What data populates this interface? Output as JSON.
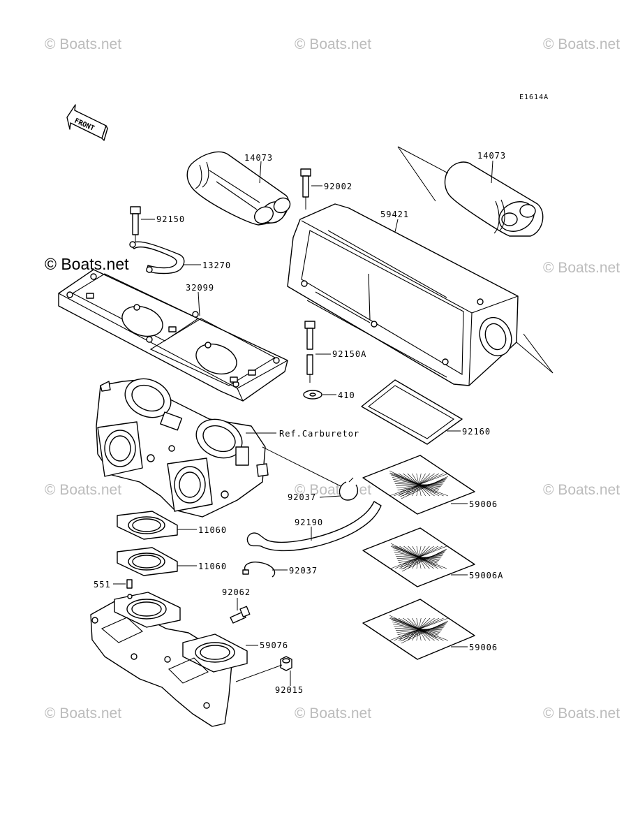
{
  "diagram": {
    "code": "E1614A",
    "front_label": "FRONT",
    "watermark": "© Boats.net",
    "watermark_overlay": "© Boats.net",
    "reference": "Ref.Carburetor",
    "parts": {
      "p14073a": "14073",
      "p14073b": "14073",
      "p92002": "92002",
      "p59421": "59421",
      "p92150": "92150",
      "p13270": "13270",
      "p32099": "32099",
      "p92150A": "92150A",
      "p410": "410",
      "p92160": "92160",
      "p92037a": "92037",
      "p59006a": "59006",
      "p92190": "92190",
      "p11060a": "11060",
      "p11060b": "11060",
      "p92037b": "92037",
      "p59006A": "59006A",
      "p551": "551",
      "p92062": "92062",
      "p59076": "59076",
      "p92015": "92015",
      "p59006b": "59006"
    }
  }
}
